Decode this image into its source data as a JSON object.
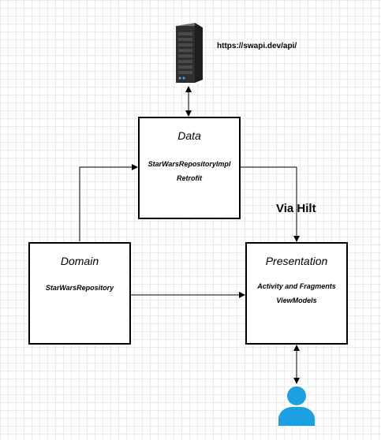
{
  "server": {
    "url": "https://swapi.dev/api/"
  },
  "data_layer": {
    "title": "Data",
    "items": [
      "StarWarsRepositoryImpl",
      "Retrofit"
    ]
  },
  "domain_layer": {
    "title": "Domain",
    "items": [
      "StarWarsRepository"
    ]
  },
  "presentation_layer": {
    "title": "Presentation",
    "items": [
      "Activity and Fragments",
      "ViewModels"
    ]
  },
  "connector": {
    "label": "Via Hilt"
  },
  "icons": {
    "server": "server-rack-icon",
    "user": "user-icon"
  },
  "colors": {
    "box_border": "#000000",
    "user_icon": "#1ba1e2",
    "server_body": "#2f2f2f"
  }
}
